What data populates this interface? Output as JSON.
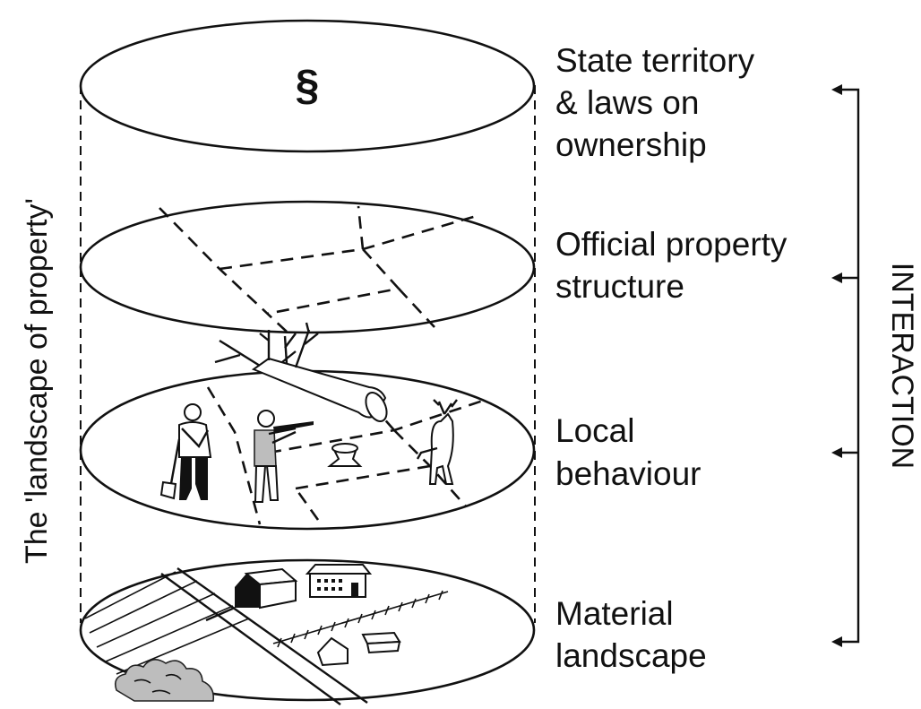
{
  "layers": [
    {
      "id": "state",
      "label_lines": [
        "State territory",
        "& laws on",
        "ownership"
      ],
      "symbol": "§"
    },
    {
      "id": "official",
      "label_lines": [
        "Official property",
        "structure"
      ]
    },
    {
      "id": "local",
      "label_lines": [
        "Local",
        "behaviour"
      ]
    },
    {
      "id": "material",
      "label_lines": [
        "Material",
        "landscape"
      ]
    }
  ],
  "left_caption": "The 'landscape of property'",
  "right_caption": "INTERACTION",
  "icons": [
    "section-sign-icon",
    "person-with-axe-icon",
    "person-with-rifle-icon",
    "fallen-tree-icon",
    "tree-stump-icon",
    "deer-icon",
    "barn-icon",
    "farmhouse-icon",
    "fence-icon",
    "small-house-icon",
    "forest-icon"
  ]
}
